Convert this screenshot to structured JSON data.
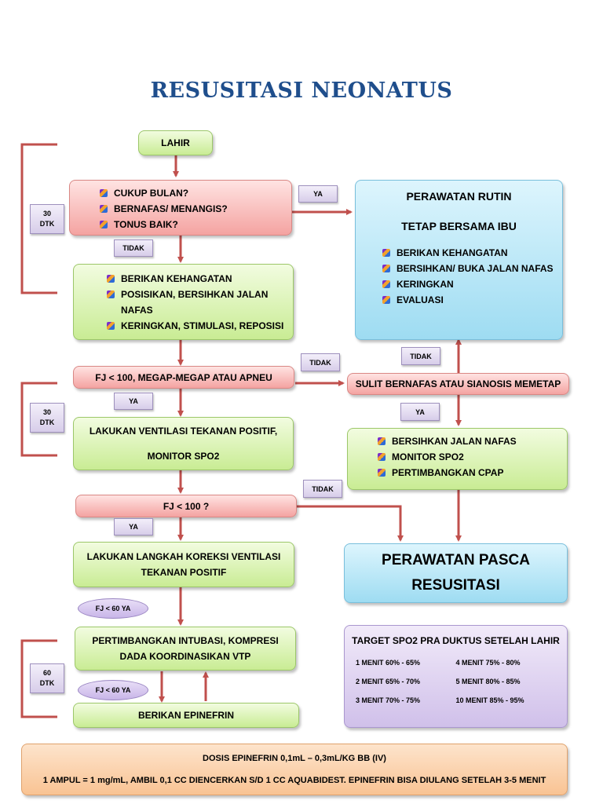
{
  "title": "RESUSITASI NEONATUS",
  "nodes": {
    "lahir": "LAHIR",
    "assessment": [
      "CUKUP BULAN?",
      "BERNAFAS/ MENANGIS?",
      "TONUS BAIK?"
    ],
    "initial_steps": [
      "BERIKAN KEHANGATAN",
      "POSISIKAN, BERSIHKAN JALAN NAFAS",
      "KERINGKAN, STIMULASI, REPOSISI"
    ],
    "routine_care": {
      "heading1": "PERAWATAN RUTIN",
      "heading2": "TETAP BERSAMA IBU",
      "items": [
        "BERIKAN KEHANGATAN",
        "BERSIHKAN/ BUKA JALAN NAFAS",
        "KERINGKAN",
        "EVALUASI"
      ]
    },
    "fj_check": "FJ < 100, MEGAP-MEGAP ATAU APNEU",
    "sulit_bernafas": "SULIT BERNAFAS ATAU SIANOSIS MEMETAP",
    "vtp": {
      "line1": "LAKUKAN VENTILASI TEKANAN POSITIF,",
      "line2": "MONITOR SPO2"
    },
    "airway_support": [
      "BERSIHKAN JALAN NAFAS",
      "MONITOR SPO2",
      "PERTIMBANGKAN CPAP"
    ],
    "fj_check2": "FJ < 100 ?",
    "koreksi": {
      "line1": "LAKUKAN LANGKAH KOREKSI VENTILASI",
      "line2": "TEKANAN POSITIF"
    },
    "pasca": {
      "line1": "PERAWATAN PASCA",
      "line2": "RESUSITASI"
    },
    "intubasi": {
      "line1": "PERTIMBANGKAN INTUBASI, KOMPRESI",
      "line2": "DADA KOORDINASIKAN VTP"
    },
    "epinefrin": "BERIKAN EPINEFRIN"
  },
  "labels": {
    "ya": "YA",
    "tidak": "TIDAK",
    "fj60": "FJ < 60 YA",
    "time30": {
      "value": "30",
      "unit": "DTK"
    },
    "time60": {
      "value": "60",
      "unit": "DTK"
    }
  },
  "spo2_target": {
    "title": "TARGET SPO2 PRA DUKTUS SETELAH LAHIR",
    "entries": [
      "1 MENIT 60% - 65%",
      "4 MENIT 75% - 80%",
      "2 MENIT 65% - 70%",
      "5 MENIT  80% - 85%",
      "3 MENIT 70% - 75%",
      "10 MENIT 85% - 95%"
    ]
  },
  "dosage": {
    "line1": "DOSIS EPINEFRIN 0,1mL – 0,3mL/KG BB (IV)",
    "line2": "1 AMPUL = 1 mg/mL, AMBIL 0,1 CC DIENCERKAN S/D 1 CC AQUABIDEST. EPINEFRIN BISA DIULANG SETELAH 3-5 MENIT"
  },
  "colors": {
    "arrow": "#c0504d",
    "title": "#1f4e8c"
  },
  "icons": {
    "bullet": "colorful-list-bullet-icon"
  }
}
